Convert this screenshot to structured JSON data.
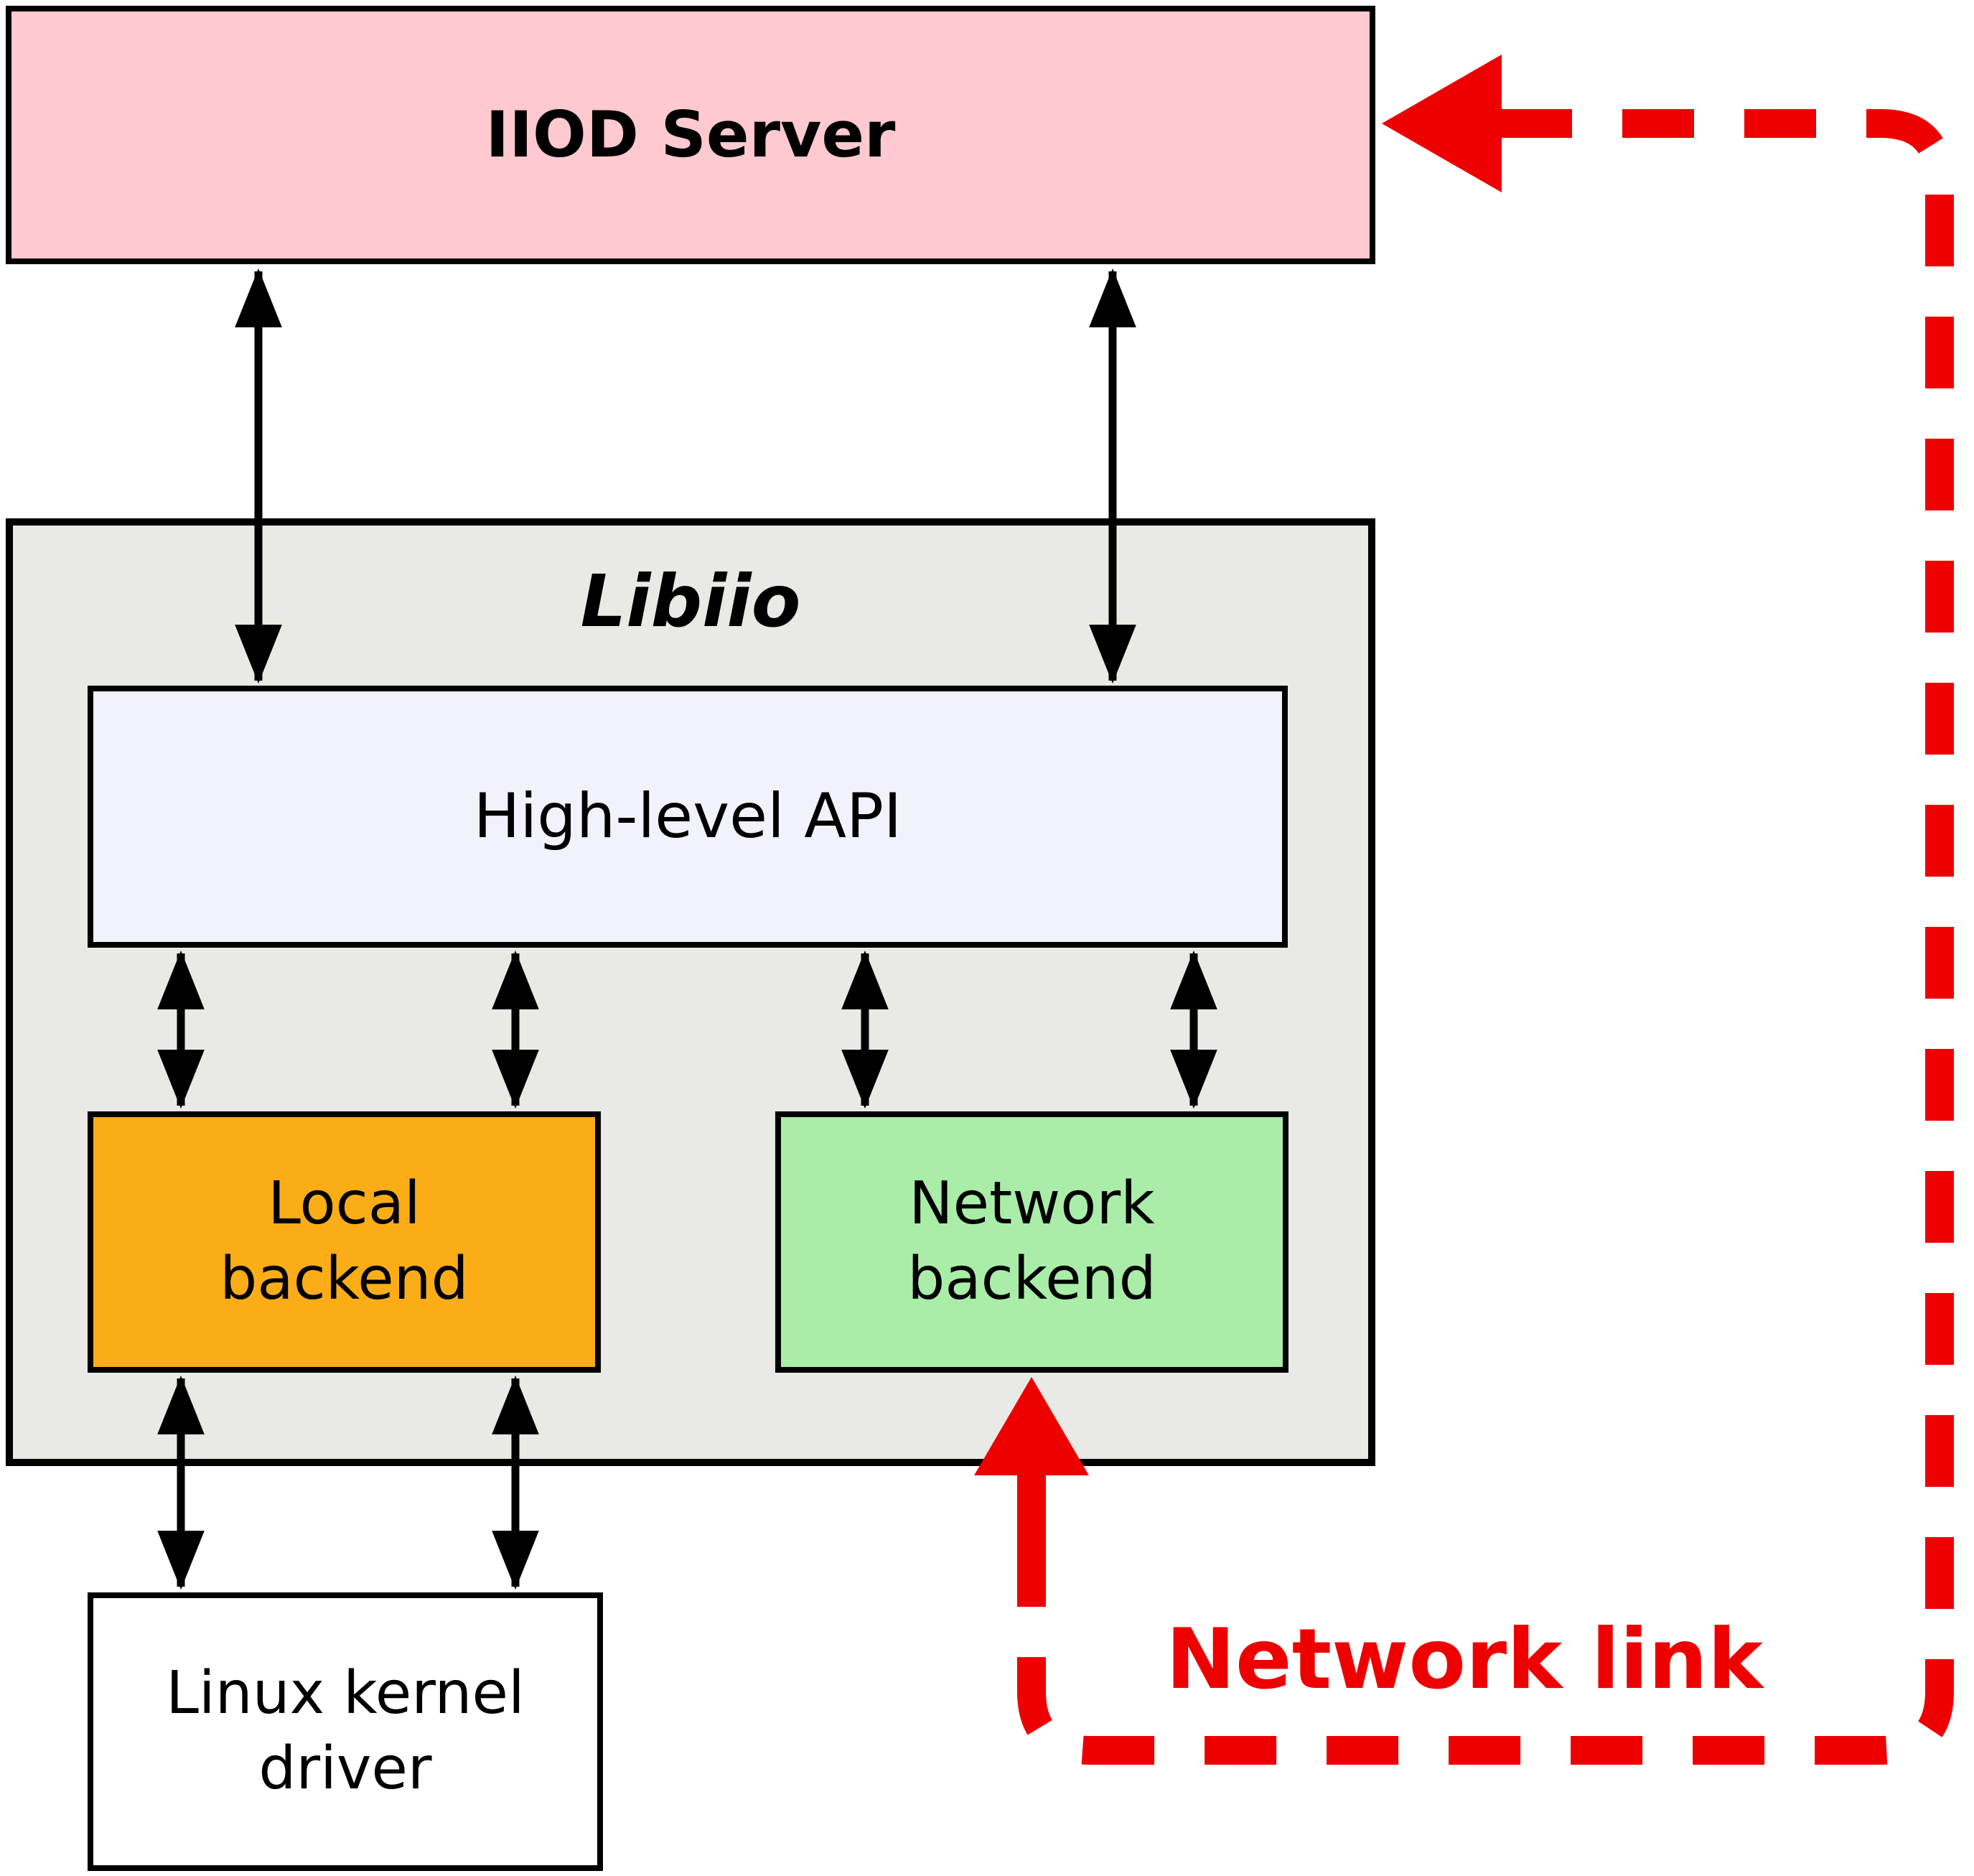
{
  "diagram": {
    "nodes": {
      "iiod_server": "IIOD Server",
      "libiio": "Libiio",
      "high_level_api": "High-level API",
      "local_backend": "Local\nbackend",
      "network_backend": "Network\nbackend",
      "linux_kernel_driver": "Linux kernel\ndriver"
    },
    "labels": {
      "network_link": "Network link"
    },
    "colors": {
      "iiod_server_fill": "#ffc9d0",
      "libiio_fill": "#e9e9e5",
      "high_level_api_fill": "#f2f2fc",
      "local_backend_fill": "#fbad18",
      "network_backend_fill": "#a9eda9",
      "linux_kernel_driver_fill": "#ffffff",
      "border": "#000000",
      "arrow": "#000000",
      "network_link": "#ee0000"
    }
  }
}
